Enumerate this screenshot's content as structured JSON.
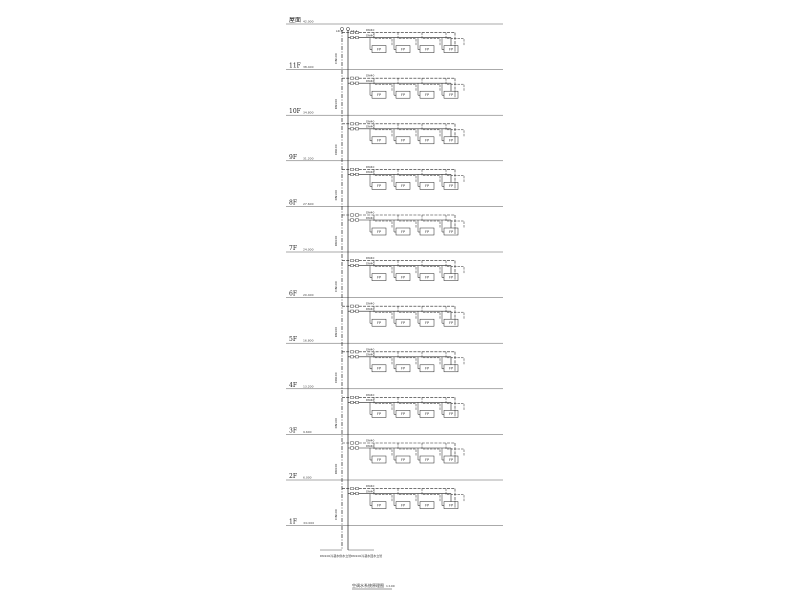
{
  "drawing": {
    "caption": "空调水系统原理图",
    "caption_scale": "1:100",
    "riser_bottom_left": "DN100冷凝水供水立管",
    "riser_bottom_right": "DN100冷凝水回水立管",
    "riser_top_tags": [
      "LR-1",
      "LS-1"
    ],
    "levels": [
      {
        "label": "屋面",
        "elevation": "42.000"
      },
      {
        "label": "11F",
        "elevation": "38.400"
      },
      {
        "label": "10F",
        "elevation": "34.800"
      },
      {
        "label": "9F",
        "elevation": "31.200"
      },
      {
        "label": "8F",
        "elevation": "27.600"
      },
      {
        "label": "7F",
        "elevation": "24.000"
      },
      {
        "label": "6F",
        "elevation": "20.400"
      },
      {
        "label": "5F",
        "elevation": "16.800"
      },
      {
        "label": "4F",
        "elevation": "13.200"
      },
      {
        "label": "3F",
        "elevation": "9.600"
      },
      {
        "label": "2F",
        "elevation": "6.000"
      },
      {
        "label": "1F",
        "elevation": "±0.000"
      }
    ],
    "floor_branch": {
      "pipe_label": "DN40",
      "riser_pipe_label": "DN100",
      "units": [
        "FP",
        "FP",
        "FP",
        "FP"
      ]
    }
  }
}
